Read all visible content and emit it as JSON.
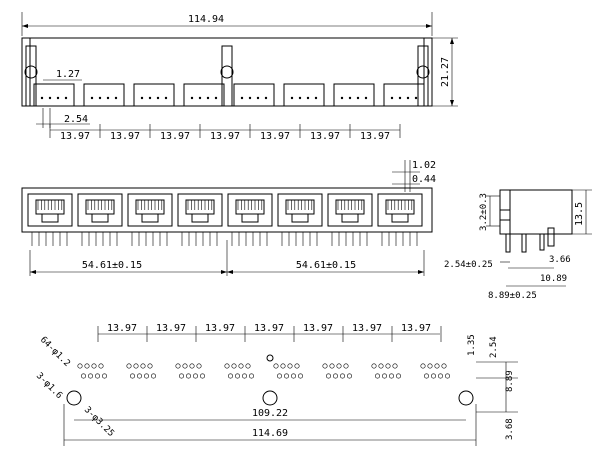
{
  "top_view": {
    "overall_width": "114.94",
    "height": "21.27",
    "offset_small": "1.27",
    "pin_offset": "2.54",
    "pitches": [
      "13.97",
      "13.97",
      "13.97",
      "13.97",
      "13.97",
      "13.97",
      "13.97"
    ]
  },
  "front_view": {
    "half_span_left": "54.61±0.15",
    "half_span_right": "54.61±0.15",
    "tab_width": "1.02",
    "tab_thickness": "0.44"
  },
  "side_view": {
    "height": "13.5",
    "led_height": "3.2±0.3",
    "pin_offset": "2.54±0.25",
    "lead_length": "3.66",
    "depth": "10.89",
    "pin_row": "8.89±0.25"
  },
  "footprint": {
    "pitches": [
      "13.97",
      "13.97",
      "13.97",
      "13.97",
      "13.97",
      "13.97",
      "13.97"
    ],
    "signal_holes": "64-φ1.2",
    "small_holes": "3-φ1.6",
    "large_holes": "3-φ3.25",
    "row_spacing": "1.35",
    "row_offset": "2.54",
    "hole_row": "8.89",
    "outer_span": "109.22",
    "overall_width": "114.69",
    "edge_offset": "3.68"
  }
}
